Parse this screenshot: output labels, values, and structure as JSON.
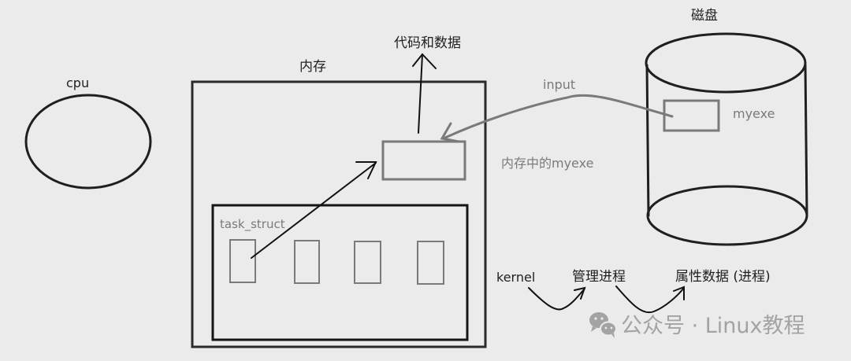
{
  "diagram": {
    "labels": {
      "cpu": "cpu",
      "memory": "内存",
      "code_and_data": "代码和数据",
      "disk": "磁盘",
      "input": "input",
      "myexe": "myexe",
      "myexe_in_memory": "内存中的myexe",
      "task_struct": "task_struct",
      "kernel": "kernel",
      "manage_process": "管理进程",
      "attribute_data": "属性数据 (进程)"
    },
    "watermark": {
      "icon": "wechat-icon",
      "text": "公众号 · Linux教程"
    },
    "colors": {
      "background": "#ebebeb",
      "stroke_dark": "#1f1f1f",
      "stroke_gray": "#7a7a7a",
      "watermark": "#a3a3a3"
    }
  }
}
